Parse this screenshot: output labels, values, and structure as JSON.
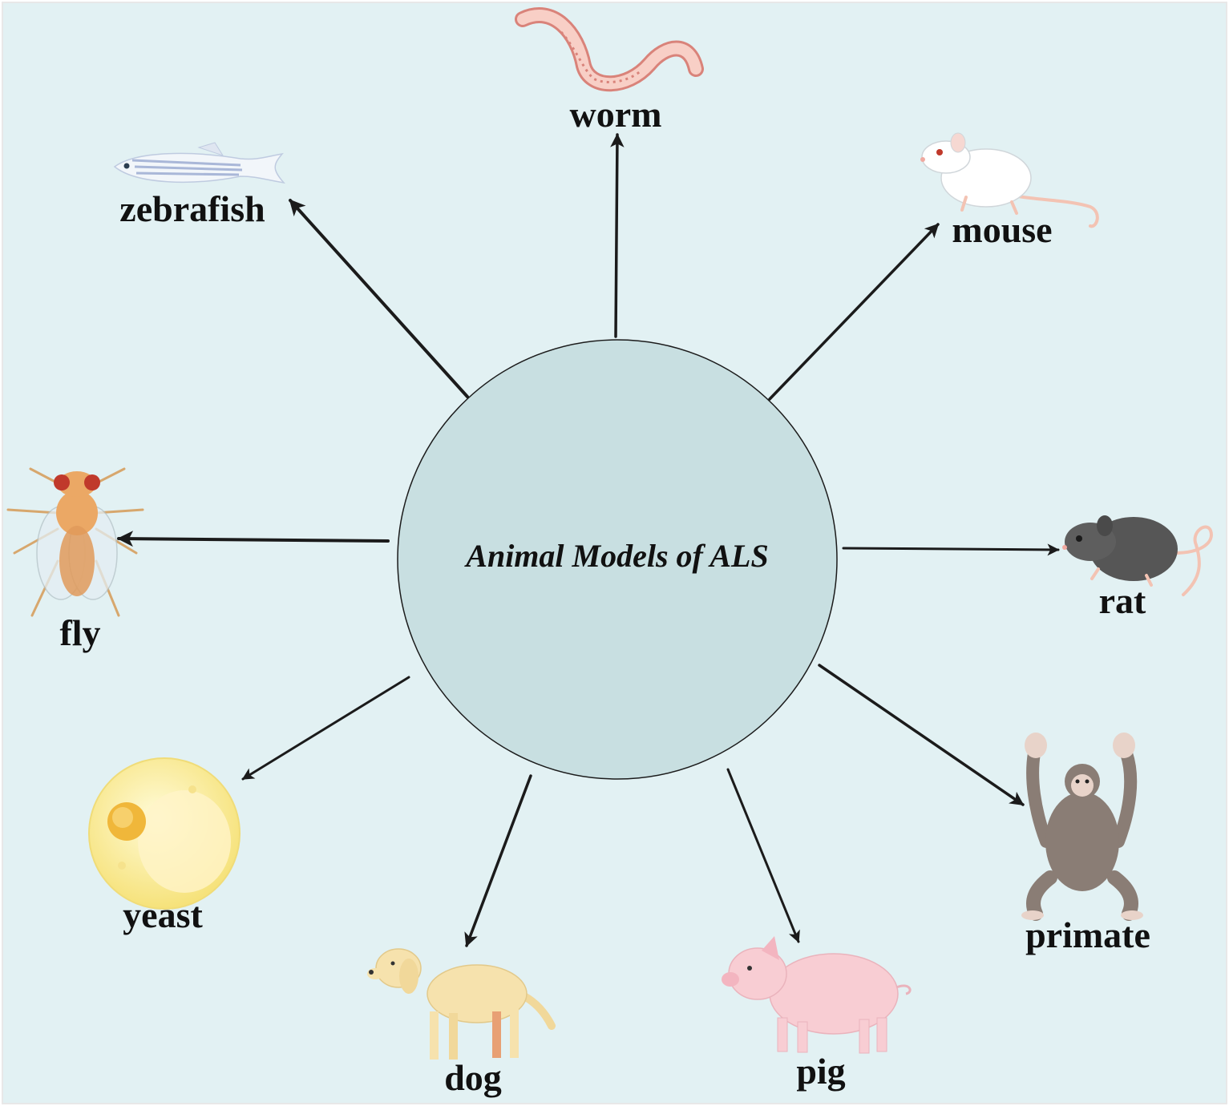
{
  "colors": {
    "background": "#e2f1f3",
    "hub_fill": "#c8dfe1",
    "arrow": "#1b1b1b"
  },
  "diagram": {
    "center": {
      "label": "Animal Models of ALS"
    },
    "nodes": [
      {
        "id": "worm",
        "label": "worm",
        "icon": "worm-icon"
      },
      {
        "id": "mouse",
        "label": "mouse",
        "icon": "mouse-icon"
      },
      {
        "id": "rat",
        "label": "rat",
        "icon": "rat-icon"
      },
      {
        "id": "primate",
        "label": "primate",
        "icon": "primate-icon"
      },
      {
        "id": "pig",
        "label": "pig",
        "icon": "pig-icon"
      },
      {
        "id": "dog",
        "label": "dog",
        "icon": "dog-icon"
      },
      {
        "id": "yeast",
        "label": "yeast",
        "icon": "yeast-icon"
      },
      {
        "id": "fly",
        "label": "fly",
        "icon": "fly-icon"
      },
      {
        "id": "zebrafish",
        "label": "zebrafish",
        "icon": "zebrafish-icon"
      }
    ],
    "edges": [
      {
        "from": "center",
        "to": "worm"
      },
      {
        "from": "center",
        "to": "mouse"
      },
      {
        "from": "center",
        "to": "rat"
      },
      {
        "from": "center",
        "to": "primate"
      },
      {
        "from": "center",
        "to": "pig"
      },
      {
        "from": "center",
        "to": "dog"
      },
      {
        "from": "center",
        "to": "yeast"
      },
      {
        "from": "center",
        "to": "fly"
      },
      {
        "from": "center",
        "to": "zebrafish"
      }
    ]
  }
}
